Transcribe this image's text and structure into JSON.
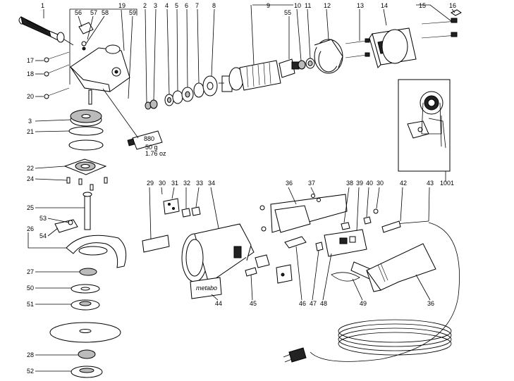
{
  "part_numbers": [
    "1",
    "56",
    "57",
    "58",
    "19",
    "59",
    "2",
    "3",
    "4",
    "5",
    "6",
    "7",
    "8",
    "9",
    "55",
    "10",
    "11",
    "12",
    "13",
    "14",
    "15",
    "16",
    "17",
    "18",
    "20",
    "3",
    "21",
    "22",
    "24",
    "25",
    "53",
    "26",
    "54",
    "27",
    "50",
    "51",
    "28",
    "52",
    "29",
    "30",
    "31",
    "32",
    "33",
    "34",
    "36",
    "37",
    "38",
    "39",
    "40",
    "30",
    "42",
    "43",
    "1001",
    "44",
    "45",
    "46",
    "47",
    "48",
    "49",
    "36"
  ],
  "grease_label": "880",
  "grease_weight_g": "50 g",
  "grease_weight_oz": "1.76 oz",
  "brand_mark": "metabo"
}
